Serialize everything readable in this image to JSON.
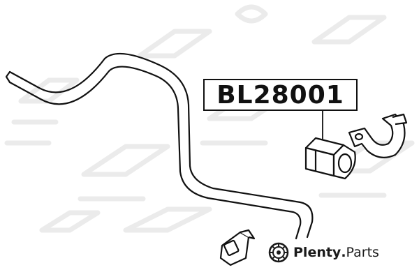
{
  "part_number": "BL28001",
  "brand": {
    "name_primary": "Plenty",
    "separator": ".",
    "name_secondary": "Parts"
  },
  "colors": {
    "ink": "#111111",
    "watermark": "#e6e6e6",
    "background": "#ffffff"
  },
  "icons": {
    "brand_logo": "tire-wheel-icon"
  }
}
